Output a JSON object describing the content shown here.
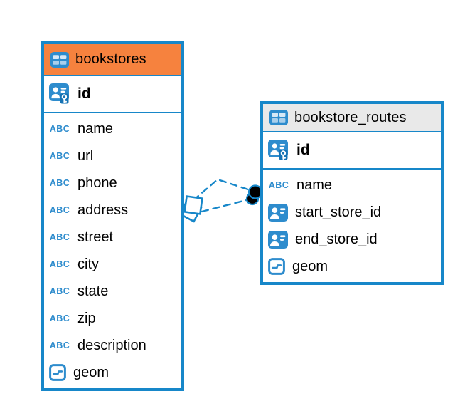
{
  "canvas": {
    "background": "#ffffff"
  },
  "colors": {
    "accent_blue": "#1787c9",
    "icon_blue": "#2e8ccd",
    "selected_header_orange": "#f6823e",
    "header_gray": "#e9e9e9",
    "relationship_line_blue": "#1787c9",
    "relationship_dot_black": "#000000",
    "text_black": "#000000"
  },
  "icons": {
    "text_type_label": "ABC"
  },
  "tables": [
    {
      "name": "bookstores",
      "header_style": "orange-highlighted",
      "primary_key": {
        "name": "id",
        "icon": "id-key-icon"
      },
      "columns": [
        {
          "name": "name",
          "icon": "text-type-icon"
        },
        {
          "name": "url",
          "icon": "text-type-icon"
        },
        {
          "name": "phone",
          "icon": "text-type-icon"
        },
        {
          "name": "address",
          "icon": "text-type-icon"
        },
        {
          "name": "street",
          "icon": "text-type-icon"
        },
        {
          "name": "city",
          "icon": "text-type-icon"
        },
        {
          "name": "state",
          "icon": "text-type-icon"
        },
        {
          "name": "zip",
          "icon": "text-type-icon"
        },
        {
          "name": "description",
          "icon": "text-type-icon"
        },
        {
          "name": "geom",
          "icon": "geometry-type-icon"
        }
      ]
    },
    {
      "name": "bookstore_routes",
      "header_style": "gray",
      "primary_key": {
        "name": "id",
        "icon": "id-key-icon"
      },
      "columns": [
        {
          "name": "name",
          "icon": "text-type-icon"
        },
        {
          "name": "start_store_id",
          "icon": "reference-id-icon"
        },
        {
          "name": "end_store_id",
          "icon": "reference-id-icon"
        },
        {
          "name": "geom",
          "icon": "geometry-type-icon"
        }
      ]
    }
  ],
  "relationships": [
    {
      "from": "bookstores",
      "to": "bookstore_routes",
      "line_style": "dashed"
    },
    {
      "from": "bookstores",
      "to": "bookstore_routes",
      "line_style": "dashed"
    }
  ]
}
